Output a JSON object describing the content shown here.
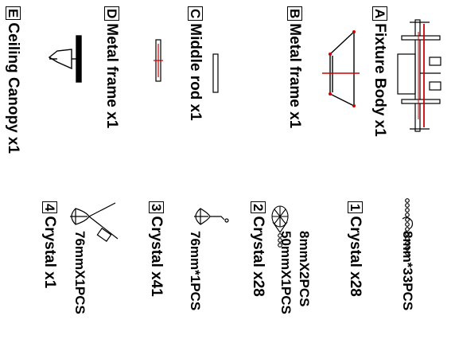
{
  "parts": [
    {
      "letter": "A",
      "label": "Fixture Body x1"
    },
    {
      "letter": "B",
      "label": "Metal frame x1"
    },
    {
      "letter": "C",
      "label": "Middle rod x1"
    },
    {
      "letter": "D",
      "label": "Metal frame x1"
    },
    {
      "letter": "E",
      "label": "Ceiling Canopy x1"
    }
  ],
  "crystals": [
    {
      "num": "1",
      "label": "Crystal x28",
      "spec": "8mm*33PCS"
    },
    {
      "num": "2",
      "label": "Crystal x28",
      "spec": "8mmX2PCS",
      "spec2": "50mmX1PCS"
    },
    {
      "num": "3",
      "label": "Crystal x41",
      "spec": "76mm*1PCS"
    },
    {
      "num": "4",
      "label": "Crystal x1",
      "spec": "76mmX1PCS"
    }
  ],
  "colors": {
    "accent": "#cc0000",
    "ink": "#000000"
  }
}
